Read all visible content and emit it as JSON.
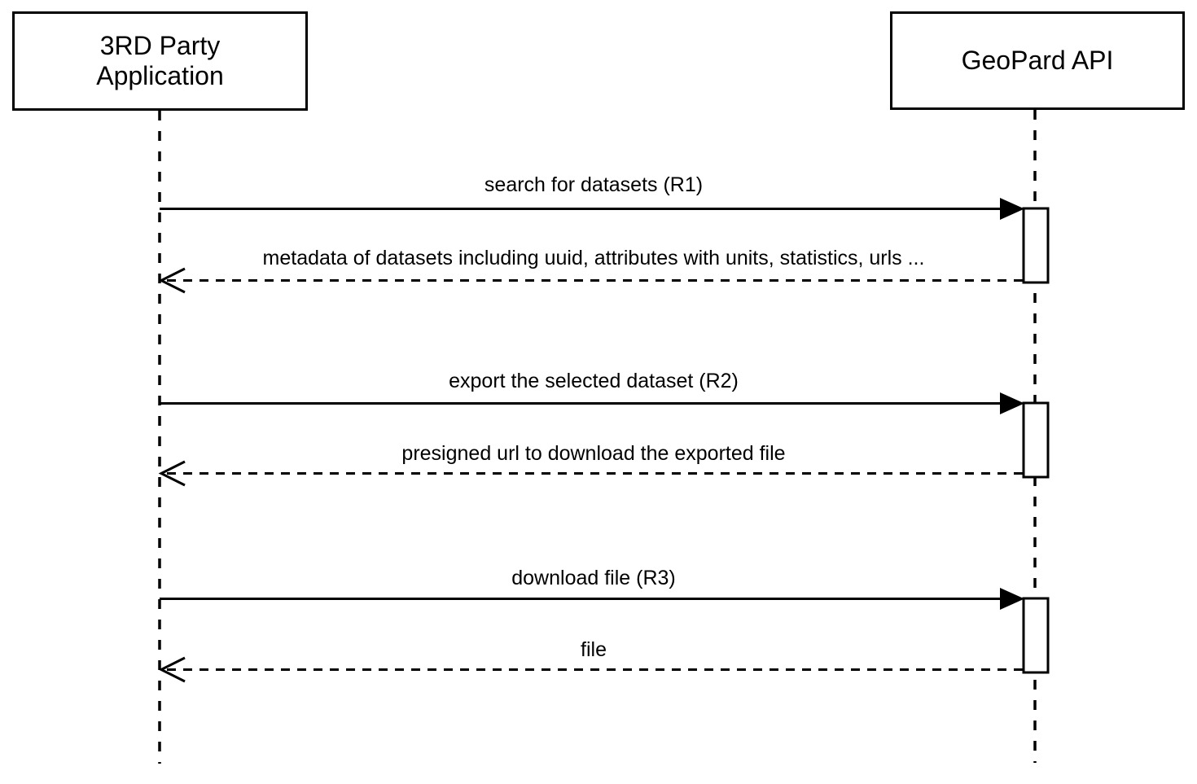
{
  "diagram": {
    "type": "sequence-diagram",
    "colors": {
      "background": "#ffffff",
      "stroke": "#000000"
    },
    "actors": [
      {
        "name": "3RD Party Application",
        "label": "3RD Party\nApplication"
      },
      {
        "name": "GeoPard API",
        "label": "GeoPard API"
      }
    ],
    "messages": [
      {
        "label": "search for datasets (R1)",
        "from": "3RD Party Application",
        "to": "GeoPard API",
        "style": "solid-request"
      },
      {
        "label": "metadata of datasets including uuid, attributes with units, statistics, urls ...",
        "from": "GeoPard API",
        "to": "3RD Party Application",
        "style": "dashed-response"
      },
      {
        "label": "export the selected dataset (R2)",
        "from": "3RD Party Application",
        "to": "GeoPard API",
        "style": "solid-request"
      },
      {
        "label": "presigned url to download the exported file",
        "from": "GeoPard API",
        "to": "3RD Party Application",
        "style": "dashed-response"
      },
      {
        "label": "download file (R3)",
        "from": "3RD Party Application",
        "to": "GeoPard API",
        "style": "solid-request"
      },
      {
        "label": "file",
        "from": "GeoPard API",
        "to": "3RD Party Application",
        "style": "dashed-response"
      }
    ]
  }
}
